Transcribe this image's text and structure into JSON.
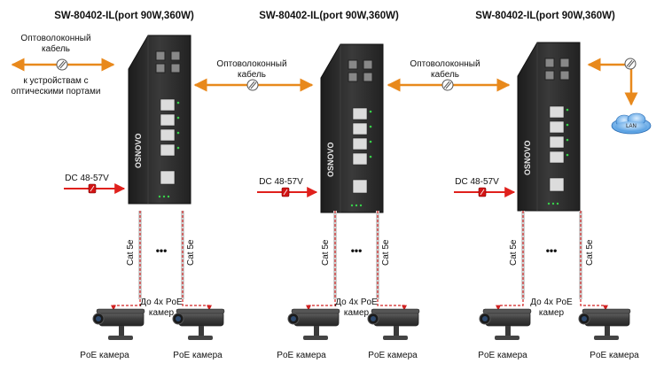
{
  "switch_model": "SW-80402-IL(port 90W,360W)",
  "brand": "OSNOVO",
  "fiber_label_line1": "Оптоволоконный",
  "fiber_label_line2": "кабель",
  "devices_label_line1": "к устройствам с",
  "devices_label_line2": "оптическими портами",
  "power_label": "DC 48-57V",
  "cable_label": "Cat 5e",
  "ellipsis": "•••",
  "poe_note_line1": "До 4х PoE",
  "poe_note_line2": "камер",
  "camera_label": "PoE камера",
  "lan_label": "LAN",
  "colors": {
    "fiber_arrow": "#e8891c",
    "power_arrow": "#e0201c",
    "cable_inner": "#d02020",
    "switch_body": "#2a2a2a"
  }
}
